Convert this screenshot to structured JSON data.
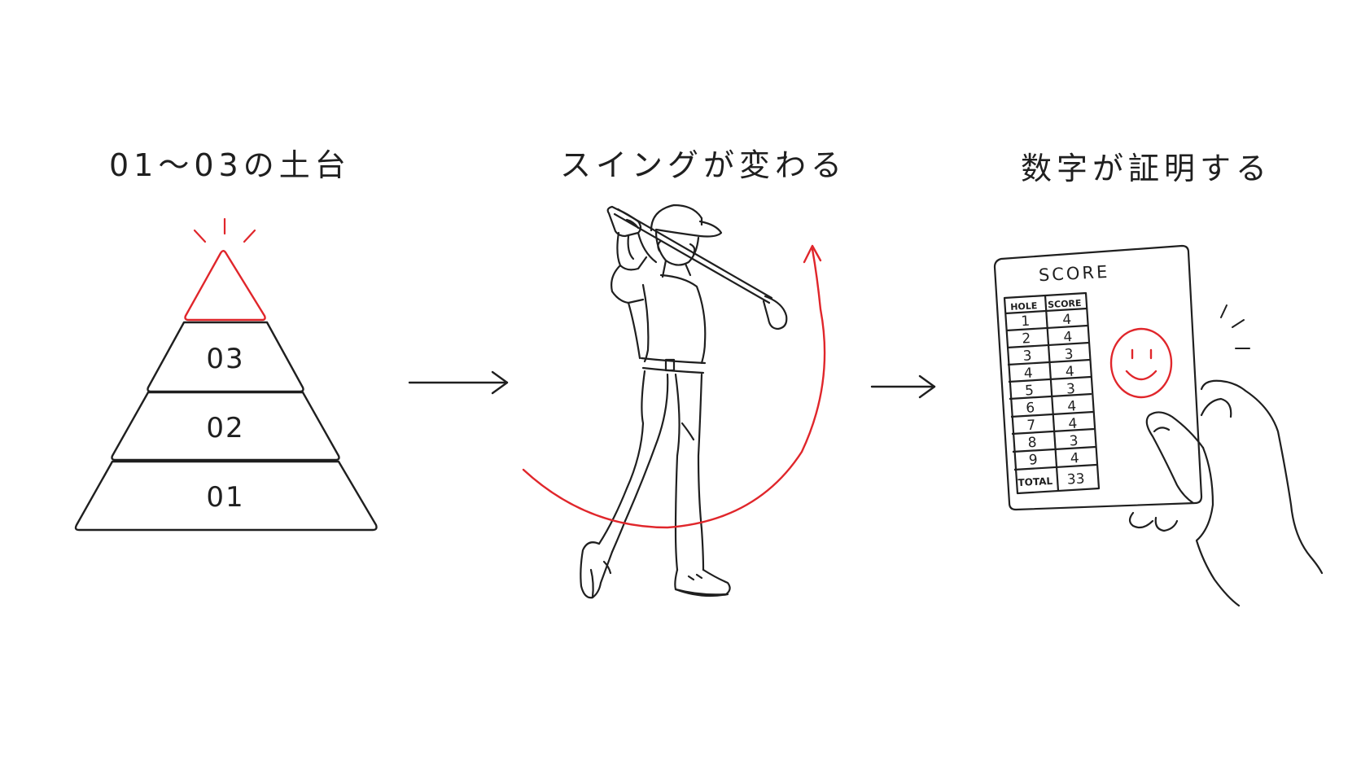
{
  "titles": {
    "foundation": "01〜03の土台",
    "swing": "スイングが変わる",
    "numbers": "数字が証明する"
  },
  "pyramid": {
    "tiers": [
      "03",
      "02",
      "01"
    ],
    "accent_color": "#e0262b"
  },
  "scorecard": {
    "title": "SCORE",
    "columns": [
      "HOLE",
      "SCORE"
    ],
    "rows": [
      [
        "1",
        "4"
      ],
      [
        "2",
        "4"
      ],
      [
        "3",
        "3"
      ],
      [
        "4",
        "4"
      ],
      [
        "5",
        "3"
      ],
      [
        "6",
        "4"
      ],
      [
        "7",
        "4"
      ],
      [
        "8",
        "3"
      ],
      [
        "9",
        "4"
      ]
    ],
    "total_label": "TOTAL",
    "total_value": "33"
  },
  "icons": [
    "arrow-right-icon",
    "golfer-illustration",
    "swing-arc-icon",
    "smiley-icon",
    "hand-illustration",
    "spark-lines-icon"
  ],
  "colors": {
    "ink": "#1f1f1f",
    "accent": "#e0262b",
    "background": "#ffffff"
  }
}
